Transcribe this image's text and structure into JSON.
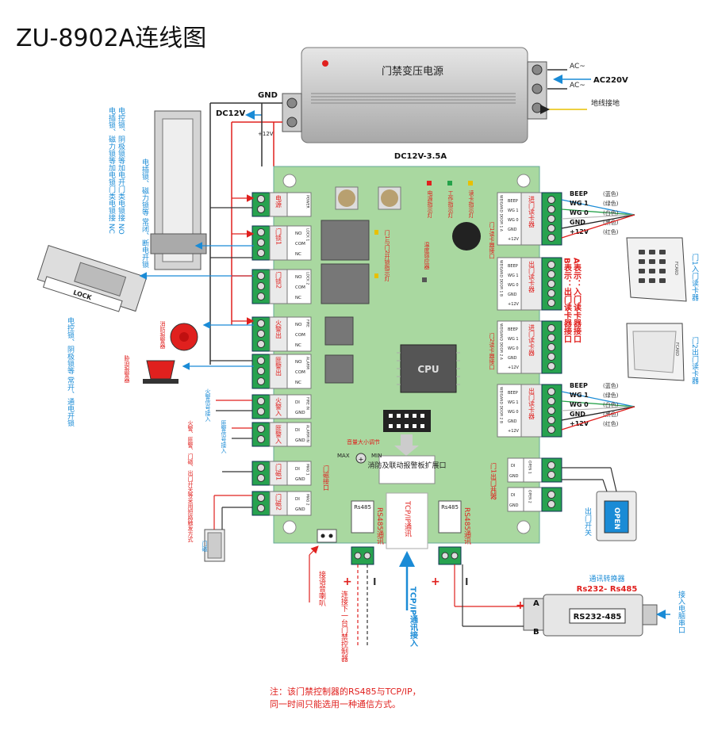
{
  "title": "ZU-8902A连线图",
  "power_supply": {
    "label": "门禁变压电源",
    "rating": "DC12V-3.5A",
    "gnd": "GND",
    "dc12v": "DC12V",
    "plus12v": "+12V",
    "ac1": "AC~",
    "ac2": "AC~",
    "ac220v": "AC220V",
    "ground": "地线接地"
  },
  "left_notes": {
    "lock_note_1": "电插锁、磁力锁等加电锁门类电锁接 NC",
    "lock_note_2": "电控锁、阴极锁等加电开门类电锁接 NO",
    "lock_desc": "电插锁、磁力锁等 常闭、断电开锁",
    "lock_label": "LOCK",
    "strike_desc": "电控锁、阴极锁等 常开、通电开锁",
    "fire_alarm": "消防报警器",
    "duress_alarm": "胁迫报警器",
    "fire_signal": "火警信号接入",
    "duress_signal": "匪警信号接入",
    "sensor_note": "火警、匪警、门磁、出门开关等采用短路触发方式",
    "door_sensor": "门磁"
  },
  "board_left": {
    "power_port": "电源",
    "power_code": "POWER",
    "lock1": "门锁1",
    "lock1_code": "LOCK 1",
    "lock2": "门锁2",
    "lock2_code": "LOCK 2",
    "fire_out": "火警出",
    "fire_code": "FIRE",
    "alarm_out": "匪警出",
    "alarm_code": "ALARM",
    "fire_in": "火警入",
    "fire_in_code": "FIRE IN",
    "alarm_in": "匪警入",
    "alarm_in_code": "ALARM IN",
    "mag1": "门磁1",
    "mag1_code": "MAG 1",
    "mag2": "门磁2",
    "mag2_code": "MAG 2",
    "mag_port": "门磁接口",
    "no": "NO",
    "com": "COM",
    "nc": "NC",
    "di": "DI",
    "gnd": "GND"
  },
  "board_center": {
    "power_led": "电源指示灯",
    "work_led": "工作指示灯",
    "read_led": "读卡指示灯",
    "relay_led": "门1与门2开锁指示灯",
    "temp_sensor": "温度感应器",
    "reader1_port": "门1读卡器接口",
    "reader2_port": "门2读卡器接口",
    "cpu": "CPU",
    "volume": "音量大小调节",
    "max": "MAX",
    "min": "MIN",
    "expansion": "消防及联动报警板扩展口",
    "speaker_port": "接语音喇叭",
    "rs485_a": "RS485通讯",
    "rs485_b": "RS485通讯",
    "rs485_code": "Rs485",
    "a": "A",
    "b": "B",
    "tcpip": "TCP/IP通讯",
    "tcpip_in": "TCP/IP通讯接入",
    "next_controller": "连接下一台门禁控制器"
  },
  "board_right": {
    "reader_in": "进门读卡器",
    "reader_out": "出门读卡器",
    "beep": "BEEP",
    "wg1": "WG 1",
    "wg0": "WG 0",
    "gnd": "GND",
    "plus12v": "+12V",
    "code1": "WEIGAND DOOR 1 A",
    "code2": "WEIGAND DOOR 1 B",
    "code3": "WEIGAND DOOR 2 A",
    "code4": "WEIGAND DOOR 2 B",
    "open1": "门1出门开关",
    "open2": "门2",
    "open1_code": "OPEN 1",
    "open2_code": "OPEN 2",
    "a_note": "A表示：入门读卡器接口",
    "b_note": "B表示：出门读卡器接口"
  },
  "wires_right": {
    "beep": "BEEP",
    "wg1": "WG 1",
    "wg0": "WG 0",
    "gnd": "GND",
    "v12": "+12V",
    "blue": "(蓝色)",
    "green": "(绿色)",
    "white": "(白色)",
    "black": "(黑色)",
    "red": "(红色)"
  },
  "devices": {
    "reader_in_label": "门1入门读卡器",
    "reader_out_label": "门2出门读卡器",
    "fcard": "FCARD",
    "open_button": "OPEN",
    "exit_switch": "出门开关",
    "converter_title": "通讯转换器",
    "converter_sub": "Rs232- Rs485",
    "converter_model": "RS232-485",
    "pc_port": "接入电脑串口",
    "plus": "+",
    "minus": "I"
  },
  "footnote": {
    "line1": "注：该门禁控制器的RS485与TCP/IP，",
    "line2": "同一时间只能选用一种通信方式。"
  },
  "colors": {
    "board": "#a9d8a0",
    "terminal": "#27a24f",
    "red": "#e0201e",
    "blue": "#1a8bd6",
    "wire": "#333333"
  }
}
